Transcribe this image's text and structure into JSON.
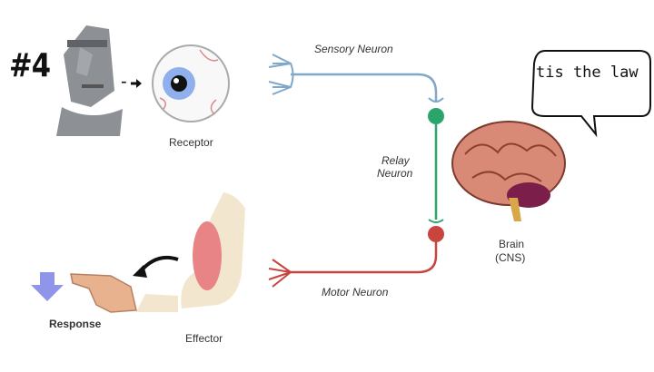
{
  "meme": {
    "number_label": "#4",
    "speech": "tis the law"
  },
  "diagram": {
    "receptor": "Receptor",
    "sensory_neuron": "Sensory Neuron",
    "relay_neuron_line1": "Relay",
    "relay_neuron_line2": "Neuron",
    "brain_line1": "Brain",
    "brain_line2": "(CNS)",
    "motor_neuron": "Motor Neuron",
    "effector": "Effector",
    "response": "Response"
  },
  "colors": {
    "sensory": "#7fa8c9",
    "relay": "#2aa56b",
    "motor": "#c8443d",
    "response_arrow": "#8f95e8"
  },
  "icons": [
    "moai-icon",
    "eye-icon",
    "brain-icon",
    "arm-icon",
    "hand-icon",
    "curved-arrow-icon",
    "down-arrow-icon",
    "speech-bubble-icon"
  ]
}
